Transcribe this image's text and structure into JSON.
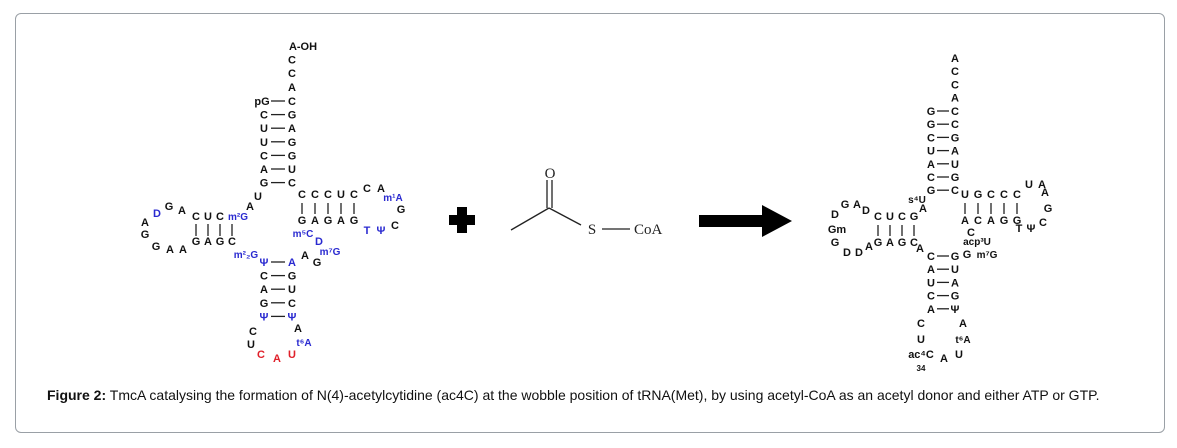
{
  "caption": {
    "label": "Figure 2:",
    "text": " TmcA catalysing the formation of N(4)-acetylcytidine (ac4C) at the wobble position of tRNA(Met), by using acetyl-CoA as an acetyl donor and either ATP or GTP."
  },
  "acetyl_coa": {
    "o": "O",
    "s": "S",
    "coa": "CoA"
  },
  "trna_left": {
    "tail": [
      "A-OH",
      "C",
      "C",
      "A"
    ],
    "acceptor_5": [
      "pG",
      "C",
      "U",
      "U",
      "C",
      "A",
      "G"
    ],
    "acceptor_3": [
      "C",
      "G",
      "A",
      "G",
      "G",
      "U",
      "C"
    ],
    "u8": "U",
    "a9": "A",
    "d_stem_top": [
      "C",
      "U",
      "C"
    ],
    "d_stem_bot": [
      "G",
      "A",
      "G",
      "C"
    ],
    "m2g": "m²G",
    "d_loop": [
      "D",
      "G",
      "A",
      "A",
      "G",
      "G",
      "A",
      "A"
    ],
    "m22g": "m²₂G",
    "t_stem_top": [
      "C",
      "C",
      "C",
      "U",
      "C"
    ],
    "t_stem_bot": [
      "G",
      "A",
      "G",
      "A",
      "G"
    ],
    "t_loop": [
      "C",
      "A",
      "m¹A",
      "G",
      "C",
      "Ψ",
      "T"
    ],
    "m5c": "m⁵C",
    "d_mod": "D",
    "m7g": "m⁷G",
    "g_var": "G",
    "a_var": "A",
    "ac_stem_5": [
      "Ψ",
      "C",
      "A",
      "G",
      "Ψ"
    ],
    "ac_stem_3": [
      "A",
      "G",
      "U",
      "C",
      "Ψ"
    ],
    "ac_loop": [
      "C",
      "U",
      "C",
      "A",
      "U",
      "t⁶A",
      "A"
    ]
  },
  "trna_right": {
    "tail": [
      "A",
      "C",
      "C",
      "A"
    ],
    "acceptor_5": [
      "G",
      "G",
      "C",
      "U",
      "A",
      "C",
      "G"
    ],
    "acceptor_3": [
      "C",
      "C",
      "G",
      "A",
      "U",
      "G",
      "C"
    ],
    "s4u": "s⁴U",
    "a9": "A",
    "d_stem_top": [
      "C",
      "U",
      "C",
      "G"
    ],
    "d_stem_bot": [
      "G",
      "A",
      "G",
      "C"
    ],
    "d_loop": [
      "D",
      "G",
      "A",
      "D",
      "Gm",
      "G",
      "D",
      "D",
      "A"
    ],
    "a_var": "A",
    "t_stem_top": [
      "U",
      "G",
      "C",
      "C",
      "C"
    ],
    "t_stem_bot": [
      "A",
      "C",
      "A",
      "G",
      "G"
    ],
    "t_loop": [
      "U",
      "A",
      "A",
      "G",
      "C",
      "Ψ",
      "T"
    ],
    "c_var": "C",
    "acp3u": "acp³U",
    "m7g": "m⁷G",
    "ac_stem_5": [
      "C",
      "A",
      "U",
      "C",
      "A"
    ],
    "ac_stem_3": [
      "G",
      "U",
      "A",
      "G",
      "Ψ"
    ],
    "g_extra": "G",
    "ac_loop": [
      "C",
      "U",
      "ac⁴C",
      "A",
      "U",
      "t⁶A",
      "A"
    ],
    "pos34": "34"
  },
  "colors": {
    "blue": "#2a2ad0",
    "red": "#e0202a",
    "black": "#111111"
  }
}
